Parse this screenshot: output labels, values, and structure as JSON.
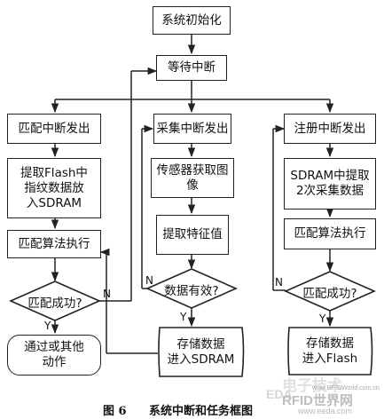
{
  "nodes": {
    "init": "系统初始化",
    "wait": "等待中断",
    "match_int": "匹配中断发出",
    "collect_int": "采集中断发出",
    "register_int": "注册中断发出",
    "extract_flash": "提取Flash中\n指纹数据放\n入SDRAM",
    "sensor": "传感器获取图像",
    "sdram_extract": "SDRAM中提取\n2次采集数据",
    "match_algo_left": "匹配算法执行",
    "extract_feature": "提取特征值",
    "match_algo_right": "匹配算法执行",
    "match_ok_left": "匹配成功?",
    "data_valid": "数据有效?",
    "match_ok_right": "匹配成功?",
    "pass_other": "通过或其他\n动作",
    "store_sdram": "存储数据\n进入SDRAM",
    "store_flash": "存储数据\n进入Flash"
  },
  "edge_labels": {
    "y_left": "Y",
    "n_left": "N",
    "y_mid": "Y",
    "n_mid": "N",
    "y_right": "Y",
    "n_right": "N"
  },
  "caption": {
    "figure_number": "图 6",
    "title": "系统中断和任务框图"
  },
  "watermark": {
    "logo": "EDA",
    "brand": "电子技术",
    "site_name": "RFID世界网",
    "url_small": "www.RFIDWorld.com.cn",
    "url_bottom": "www.eeda.com"
  }
}
